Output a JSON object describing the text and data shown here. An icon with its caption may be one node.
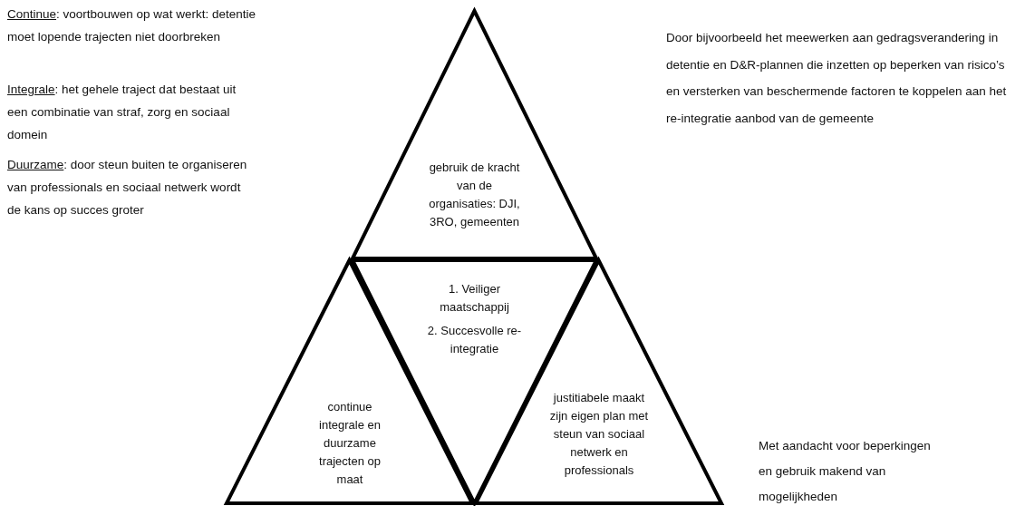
{
  "diagram": {
    "nodes": [
      {
        "text": [
          "gebruik de kracht van de organisaties: DJI, 3RO, gemeenten"
        ]
      },
      {
        "text": [
          "1. Veiliger maatschappij",
          "2. Succesvolle re-integratie"
        ]
      },
      {
        "text": [
          "continue integrale en duurzame trajecten op maat"
        ]
      },
      {
        "text": [
          "justitiabele maakt zijn eigen plan met steun van sociaal netwerk en professionals"
        ]
      }
    ],
    "labels": [
      "Continue: voortbouwen op wat werkt: detentie moet lopende trajecten niet doorbreken",
      "Integrale: het gehele traject dat bestaat uit een combinatie van straf, zorg en sociaal domein",
      "Duurzame: door steun buiten te organiseren van professionals en sociaal netwerk wordt de kans op succes groter",
      "Door bijvoorbeeld het meewerken aan gedragsverandering in detentie en D&R-plannen die inzetten op beperken van risico’s en versterken van beschermende factoren te koppelen aan het re-integratie aanbod van de gemeente",
      "Met aandacht voor beperkingen en gebruik makend van mogelijkheden"
    ]
  }
}
